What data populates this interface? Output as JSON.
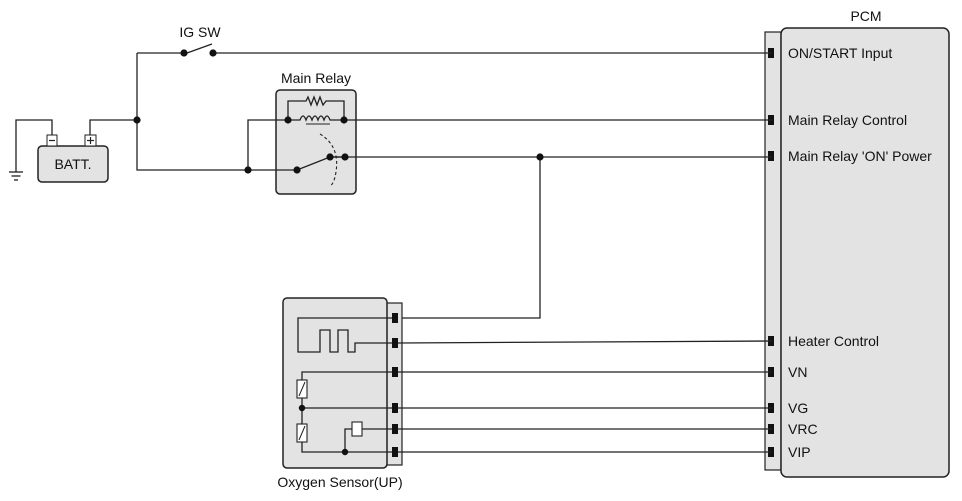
{
  "pcm": {
    "label": "PCM",
    "pins": {
      "on_start": "ON/START Input",
      "main_relay_control": "Main Relay Control",
      "main_relay_on_power": "Main Relay 'ON' Power",
      "heater_control": "Heater Control",
      "vn": "VN",
      "vg": "VG",
      "vrc": "VRC",
      "vip": "VIP"
    }
  },
  "battery": {
    "label": "BATT.",
    "neg": "-",
    "pos": "+"
  },
  "ig_switch": {
    "label": "IG SW"
  },
  "main_relay": {
    "label": "Main Relay"
  },
  "oxygen_sensor": {
    "label": "Oxygen Sensor(UP)"
  }
}
